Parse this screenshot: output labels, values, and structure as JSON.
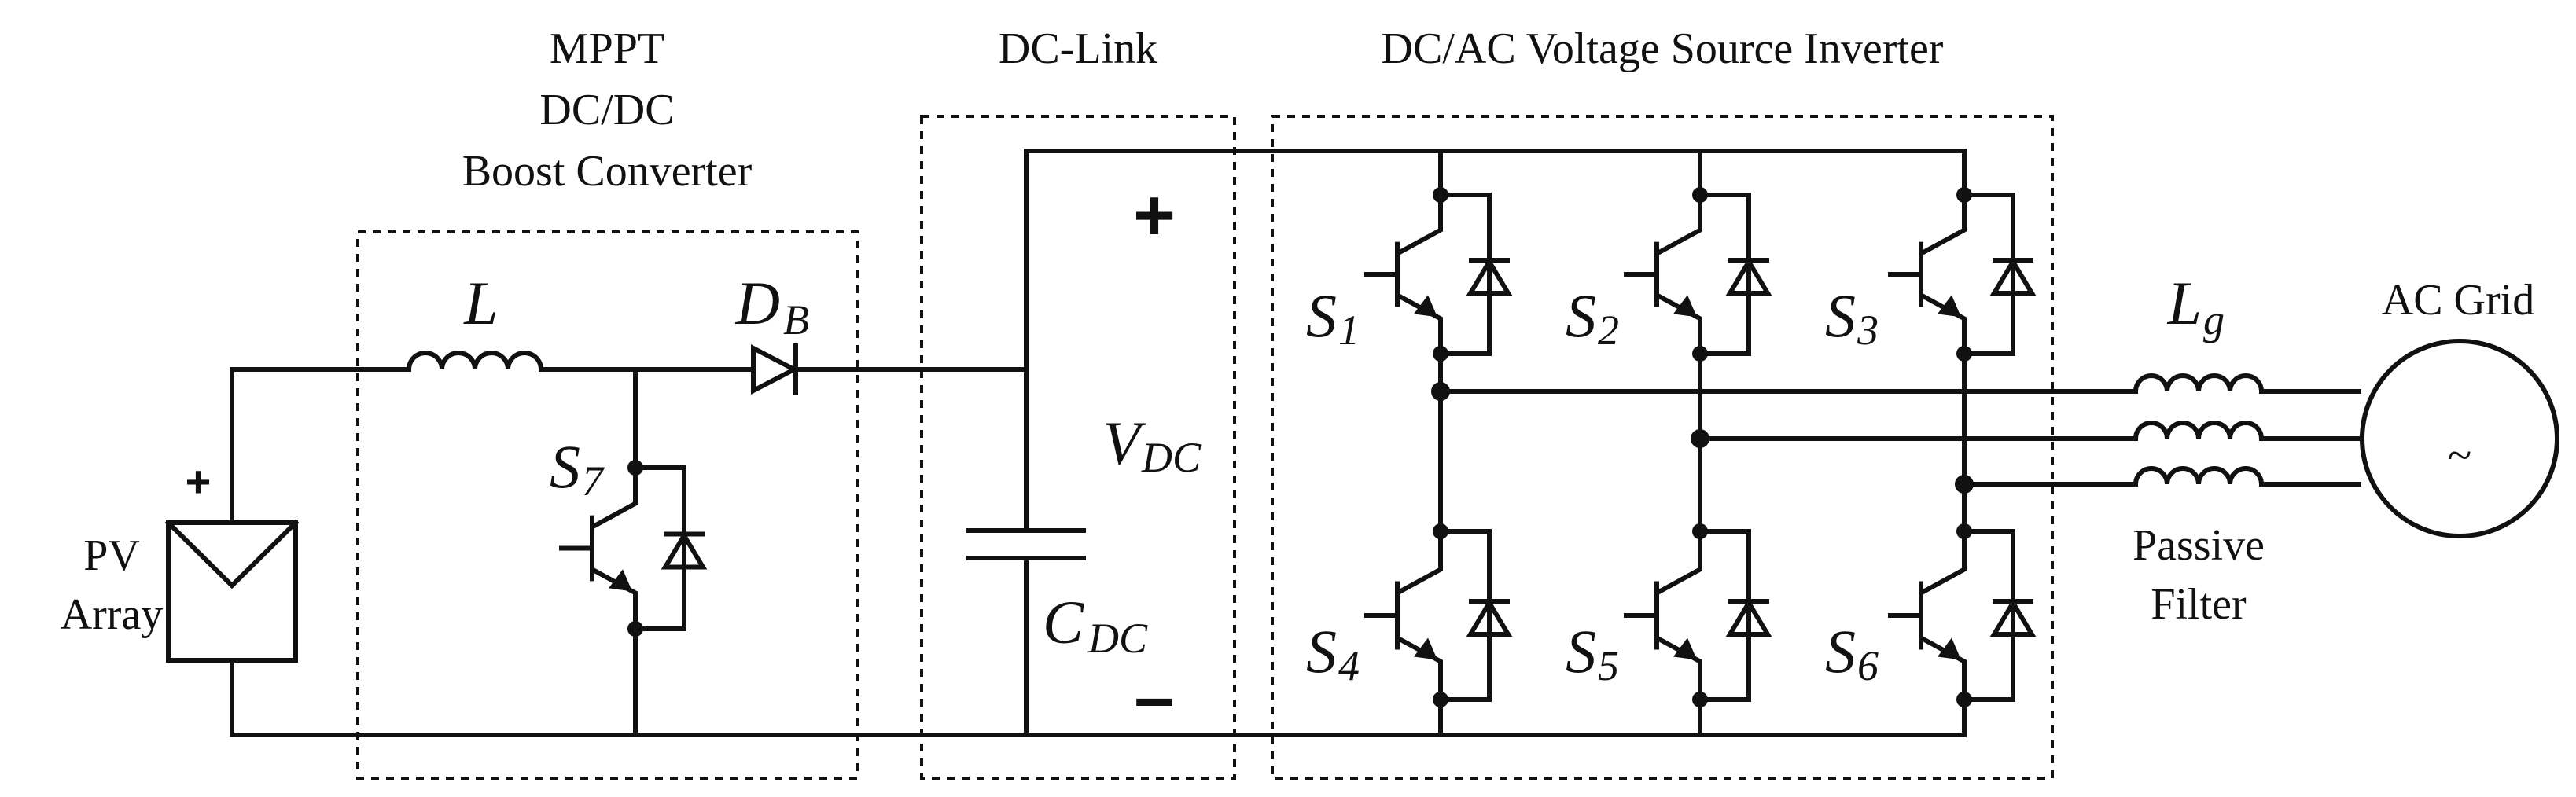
{
  "blocks": {
    "boost": [
      "MPPT",
      "DC/DC",
      "Boost Converter"
    ],
    "dclink": "DC-Link",
    "vsi": "DC/AC Voltage Source Inverter"
  },
  "pv": {
    "line1": "PV",
    "line2": "Array",
    "plus": "+"
  },
  "inductor": {
    "main": "L"
  },
  "diode": {
    "main": "D",
    "sub": "B"
  },
  "boost_switch": {
    "main": "S",
    "sub": "7"
  },
  "capacitor": {
    "main": "C",
    "sub": "DC"
  },
  "voltage": {
    "main": "V",
    "sub": "DC",
    "plus": "+",
    "minus": "–"
  },
  "switches": [
    {
      "main": "S",
      "sub": "1"
    },
    {
      "main": "S",
      "sub": "2"
    },
    {
      "main": "S",
      "sub": "3"
    },
    {
      "main": "S",
      "sub": "4"
    },
    {
      "main": "S",
      "sub": "5"
    },
    {
      "main": "S",
      "sub": "6"
    }
  ],
  "grid_inductor": {
    "main": "L",
    "sub": "g"
  },
  "filter": {
    "line1": "Passive",
    "line2": "Filter"
  },
  "grid": {
    "label": "AC Grid",
    "symbol": "~"
  }
}
